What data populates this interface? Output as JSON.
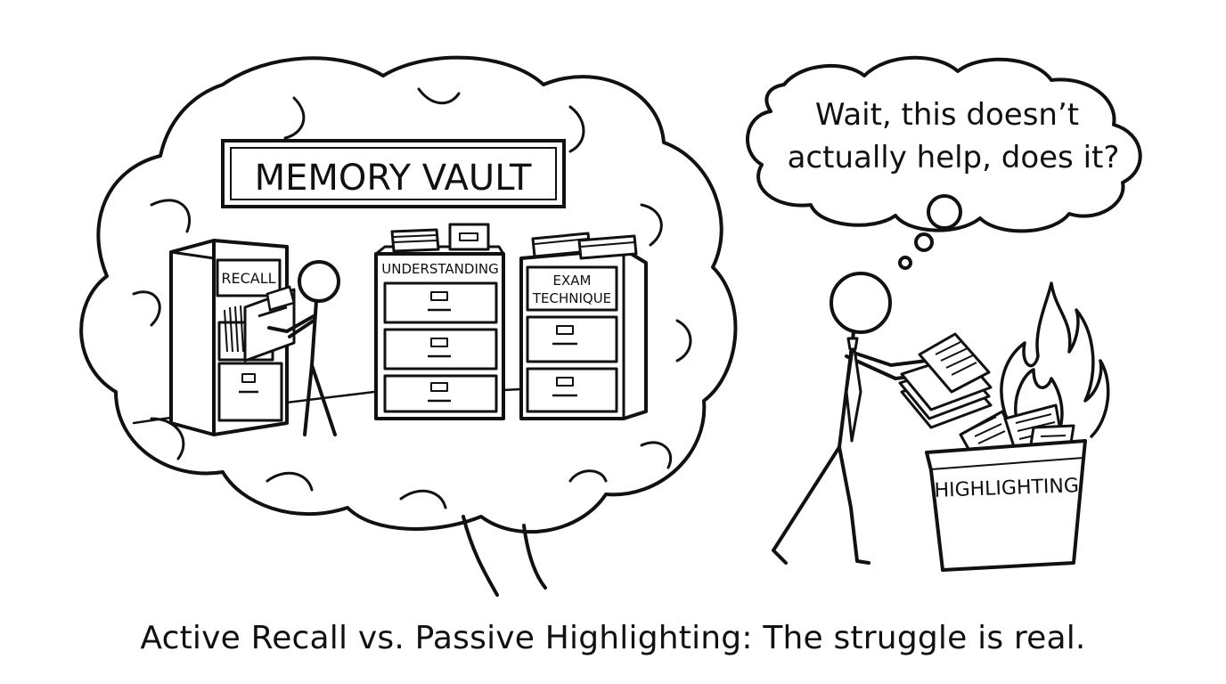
{
  "scene": {
    "vault_sign": "MEMORY VAULT",
    "cabinet_labels": {
      "recall": "RECALL",
      "understanding": "UNDERSTANDING",
      "exam_line1": "EXAM",
      "exam_line2": "TECHNIQUE"
    },
    "thought_bubble": {
      "line1": "Wait, this doesn’t",
      "line2": "actually help, does it?"
    },
    "bin_label": "HIGHLIGHTING"
  },
  "caption": "Active Recall vs. Passive Highlighting: The struggle is real."
}
